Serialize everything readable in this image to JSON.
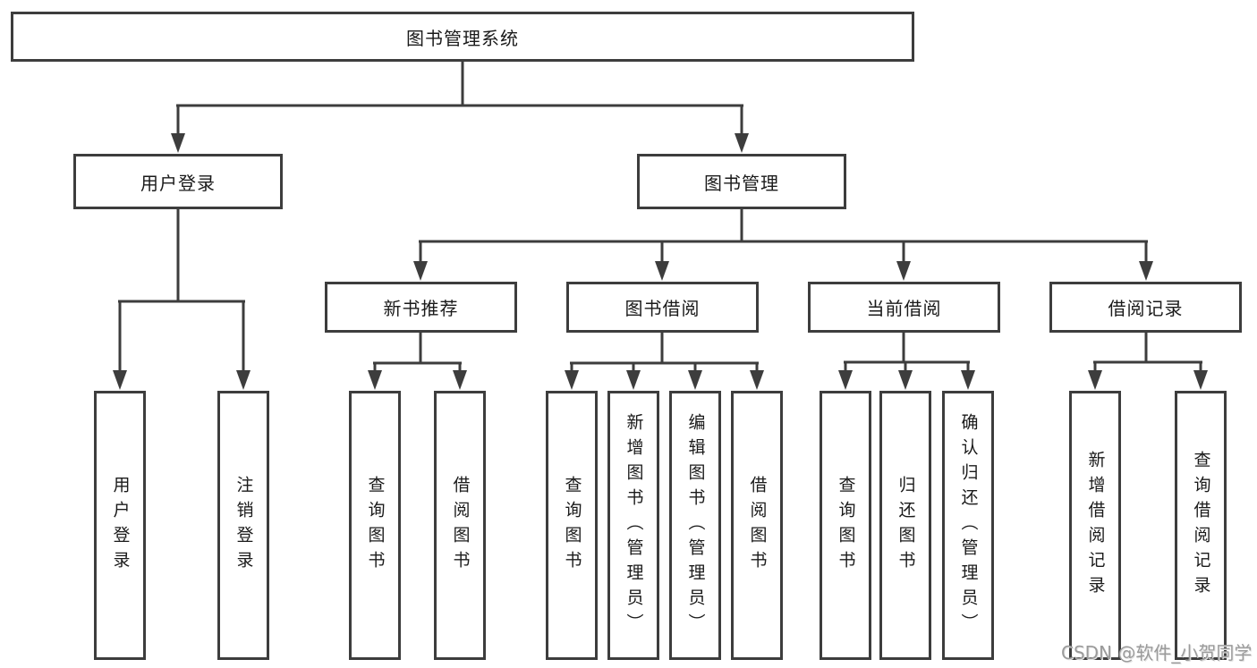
{
  "diagram": {
    "type": "hierarchy-tree",
    "watermark": "CSDN @软件_小贺同学",
    "colors": {
      "line": "#3d3d3d",
      "box_border": "#3d3d3d",
      "text": "#1a1a1a",
      "watermark": "#9b9b9b",
      "background": "#ffffff"
    },
    "nodes": {
      "root": "图书管理系统",
      "user_login": "用户登录",
      "book_mgmt": "图书管理",
      "new_book_rec": "新书推荐",
      "book_borrow": "图书借阅",
      "current_borrow": "当前借阅",
      "borrow_records": "借阅记录",
      "leaf_user_login": "用户登录",
      "leaf_logout": "注销登录",
      "leaf_query_book_1": "查询图书",
      "leaf_borrow_book_1": "借阅图书",
      "leaf_query_book_2": "查询图书",
      "leaf_add_book": "新增图书（管理员）",
      "leaf_edit_book": "编辑图书（管理员）",
      "leaf_borrow_book_2": "借阅图书",
      "leaf_query_book_3": "查询图书",
      "leaf_return_book": "归还图书",
      "leaf_confirm_return": "确认归还（管理员）",
      "leaf_add_record": "新增借阅记录",
      "leaf_query_record": "查询借阅记录"
    },
    "hierarchy": {
      "图书管理系统": {
        "用户登录": [
          "用户登录",
          "注销登录"
        ],
        "图书管理": {
          "新书推荐": [
            "查询图书",
            "借阅图书"
          ],
          "图书借阅": [
            "查询图书",
            "新增图书（管理员）",
            "编辑图书（管理员）",
            "借阅图书"
          ],
          "当前借阅": [
            "查询图书",
            "归还图书",
            "确认归还（管理员）"
          ],
          "借阅记录": [
            "新增借阅记录",
            "查询借阅记录"
          ]
        }
      }
    }
  }
}
